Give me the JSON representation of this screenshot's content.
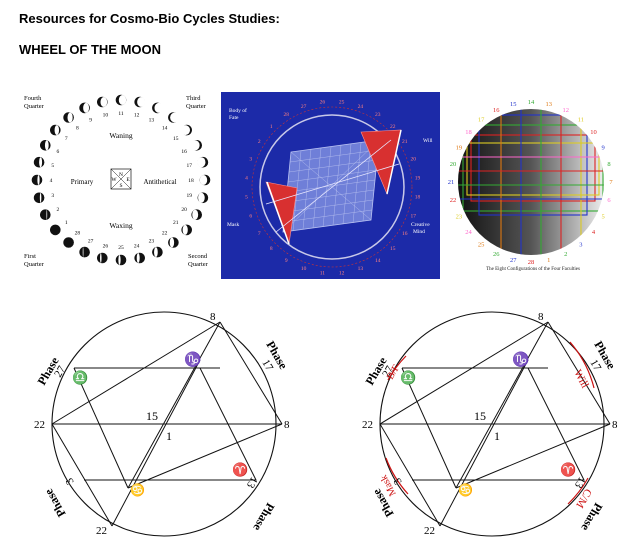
{
  "heading": {
    "line1": "Resources for Cosmo-Bio Cycles Studies:",
    "line2": "WHEEL OF THE MOON"
  },
  "wheel_panel": {
    "quarters": {
      "fourth": [
        "Fourth",
        "Quarter"
      ],
      "third": [
        "Third",
        "Quarter"
      ],
      "first": [
        "First",
        "Quarter"
      ],
      "second": [
        "Second",
        "Quarter"
      ]
    },
    "labels": {
      "waning": "Waning",
      "waxing": "Waxing",
      "primary": "Primary",
      "antithetical": "Antithetical"
    },
    "compass": [
      "N",
      "E",
      "S",
      "W"
    ],
    "phase_numbers": [
      "1",
      "2",
      "3",
      "4",
      "5",
      "6",
      "7",
      "8",
      "9",
      "10",
      "11",
      "12",
      "13",
      "14",
      "15",
      "16",
      "17",
      "18",
      "19",
      "20",
      "21",
      "22",
      "23",
      "24",
      "25",
      "26",
      "27",
      "28"
    ]
  },
  "blue_panel": {
    "labels": {
      "body_of_fate": [
        "Body of",
        "Fate"
      ],
      "will": "Will",
      "mask": "Mask",
      "creative_mind": [
        "Creative",
        "Mind"
      ]
    },
    "outer_numbers": [
      "1",
      "2",
      "3",
      "4",
      "5",
      "6",
      "7",
      "8",
      "9",
      "10",
      "11",
      "12",
      "13",
      "14",
      "15",
      "16",
      "17",
      "18",
      "19",
      "20",
      "21",
      "22",
      "23",
      "24",
      "25",
      "26",
      "27",
      "28"
    ]
  },
  "grid_panel": {
    "caption": "The Eight Configurations of the Four Faculties",
    "numbers": [
      "1",
      "2",
      "3",
      "4",
      "5",
      "6",
      "7",
      "8",
      "9",
      "10",
      "11",
      "12",
      "13",
      "14",
      "15",
      "16",
      "17",
      "18",
      "19",
      "20",
      "21",
      "22",
      "23",
      "24",
      "25",
      "26",
      "27",
      "28"
    ]
  },
  "diagram_left": {
    "phase_word": "Phase",
    "phase_top_left": "27",
    "phase_top_right": "17",
    "phase_bottom_left": "3",
    "phase_bottom_right": "13",
    "num_top": "8",
    "num_left": "22",
    "num_right": "8",
    "num_bottom": "22",
    "num_center_upper": "15",
    "num_center": "1",
    "sign_top": "♑",
    "sign_left": "♎",
    "sign_right": "♈",
    "sign_bottom": "♋"
  },
  "diagram_right": {
    "phase_word": "Phase",
    "phase_top_left": "27",
    "phase_top_right": "17",
    "phase_bottom_left": "3",
    "phase_bottom_right": "13",
    "num_top": "8",
    "num_left": "22",
    "num_right": "8",
    "num_bottom": "22",
    "num_center_upper": "15",
    "num_center": "1",
    "sign_top": "♑",
    "sign_left": "♎",
    "sign_right": "♈",
    "sign_bottom": "♋",
    "red_labels": {
      "will": "Will",
      "mask": "Mask",
      "cm": "C/M",
      "bf": "B/F"
    }
  },
  "colors": {
    "blue_panel_bg": "#1c2aa8",
    "red_annotation": "#cc1111",
    "ink": "#111111"
  }
}
